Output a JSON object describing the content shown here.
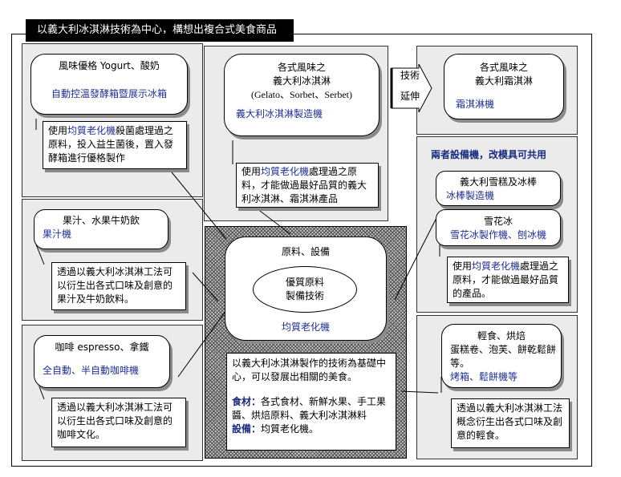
{
  "title": "以義大利冰淇淋技術為中心，構想出複合式美食商品",
  "top_left": {
    "heading": "風味優格 Yogurt、酸奶",
    "equipment": "自動控溫發酵箱暨展示冰箱",
    "note_pre": "使用",
    "note_hl": "均質老化機",
    "note_post": "殺菌處理過之原料，投入益生菌後，置入發酵箱進行優格製作"
  },
  "top_center": {
    "heading_line1": "各式風味之",
    "heading_line2": "義大利冰淇淋",
    "heading_line3": "(Gelato、Sorbet、Serbet)",
    "equipment": "義大利冰淇淋製造機",
    "note_pre": "使用",
    "note_hl": "均質老化機",
    "note_post": "處理過之原料，才能做過最好品質的義大利冰淇淋、霜淇淋產品"
  },
  "arrow": {
    "line1": "技術",
    "line2": "延伸"
  },
  "top_right": {
    "heading_line1": "各式風味之",
    "heading_line2": "義大利霜淇淋",
    "equipment": "霜淇淋機"
  },
  "shared_note": "兩者設備機，改模具可共用",
  "mid_left": {
    "heading": "果汁、水果牛奶飲",
    "equipment": "果汁機",
    "note": "透過以義大利冰淇淋工法可以衍生出各式口味及創意的果汁及牛奶飲料。"
  },
  "mid_right": {
    "box1_line1": "義大利雪糕及冰棒",
    "box1_equipment": "冰棒製造機",
    "box2_line1": "雪花冰",
    "box2_equipment": "雪花冰製作機、刨冰機",
    "note_pre": "使用",
    "note_hl": "均質老化機",
    "note_post": "處理過之原料，才能做過最好品質的產品。"
  },
  "center": {
    "heading": "原料、設備",
    "oval_line1": "優質原料",
    "oval_line2": "製備技術",
    "equipment": "均質老化機",
    "desc": "以義大利冰淇淋製作的技術為基礎中心，可以發展出相關的美食。",
    "material_label": "食材：",
    "material_text": "各式食材、新鮮水果、手工果醬、烘焙原料、義大利冰淇淋料",
    "equipment_label": "設備：",
    "equipment_text": "均質老化機。"
  },
  "bottom_left": {
    "heading": "咖啡 espresso、拿鐵",
    "equipment": "全自動、半自動咖啡機",
    "note": "透過以義大利冰淇淋工法可以衍生出各式口味及創意的咖啡文化。"
  },
  "bottom_right": {
    "heading_line1": "輕食、烘焙",
    "heading_line2": "蛋糕卷、泡芙、餅乾鬆餅等。",
    "equipment": "烤箱、鬆餅機等",
    "note": "透過以義大利冰淇淋工法概念衍生出各式口味及創意的輕食。"
  }
}
